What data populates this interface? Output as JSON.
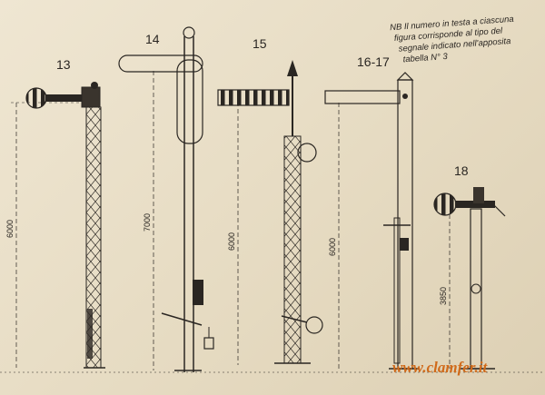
{
  "note": {
    "lines": [
      "NB Il numero in testa a ciascuna",
      "figura corrisponde al tipo del",
      "segnale indicato nell'apposita",
      "tabella N° 3"
    ]
  },
  "figures": [
    {
      "number": "13",
      "height": "6000"
    },
    {
      "number": "14",
      "height": "7000"
    },
    {
      "number": "15",
      "height": "6000"
    },
    {
      "number": "16-17",
      "height": "6000"
    },
    {
      "number": "18",
      "height": "3850"
    }
  ],
  "watermark": "www.clamfer.it",
  "colors": {
    "ink": "#2a2622",
    "paper": "#e9dfc9",
    "watermark": "#d06a1a"
  }
}
